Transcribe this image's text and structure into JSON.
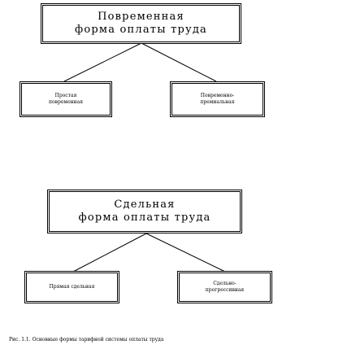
{
  "time_based": {
    "title_line1": "Повременная",
    "title_line2": "форма оплаты труда",
    "children": [
      {
        "line1": "Простая",
        "line2": "повременная"
      },
      {
        "line1": "Повременно-",
        "line2": "премиальная"
      }
    ]
  },
  "piece_work": {
    "title_line1": "Сдельная",
    "title_line2": "форма оплаты труда",
    "children": [
      {
        "line1": "Прямая сдельная",
        "line2": ""
      },
      {
        "line1": "Сдельно-",
        "line2": "прогрессивная"
      }
    ]
  },
  "caption": "Рис. 1.1. Основные формы тарифной системы оплаты труда"
}
